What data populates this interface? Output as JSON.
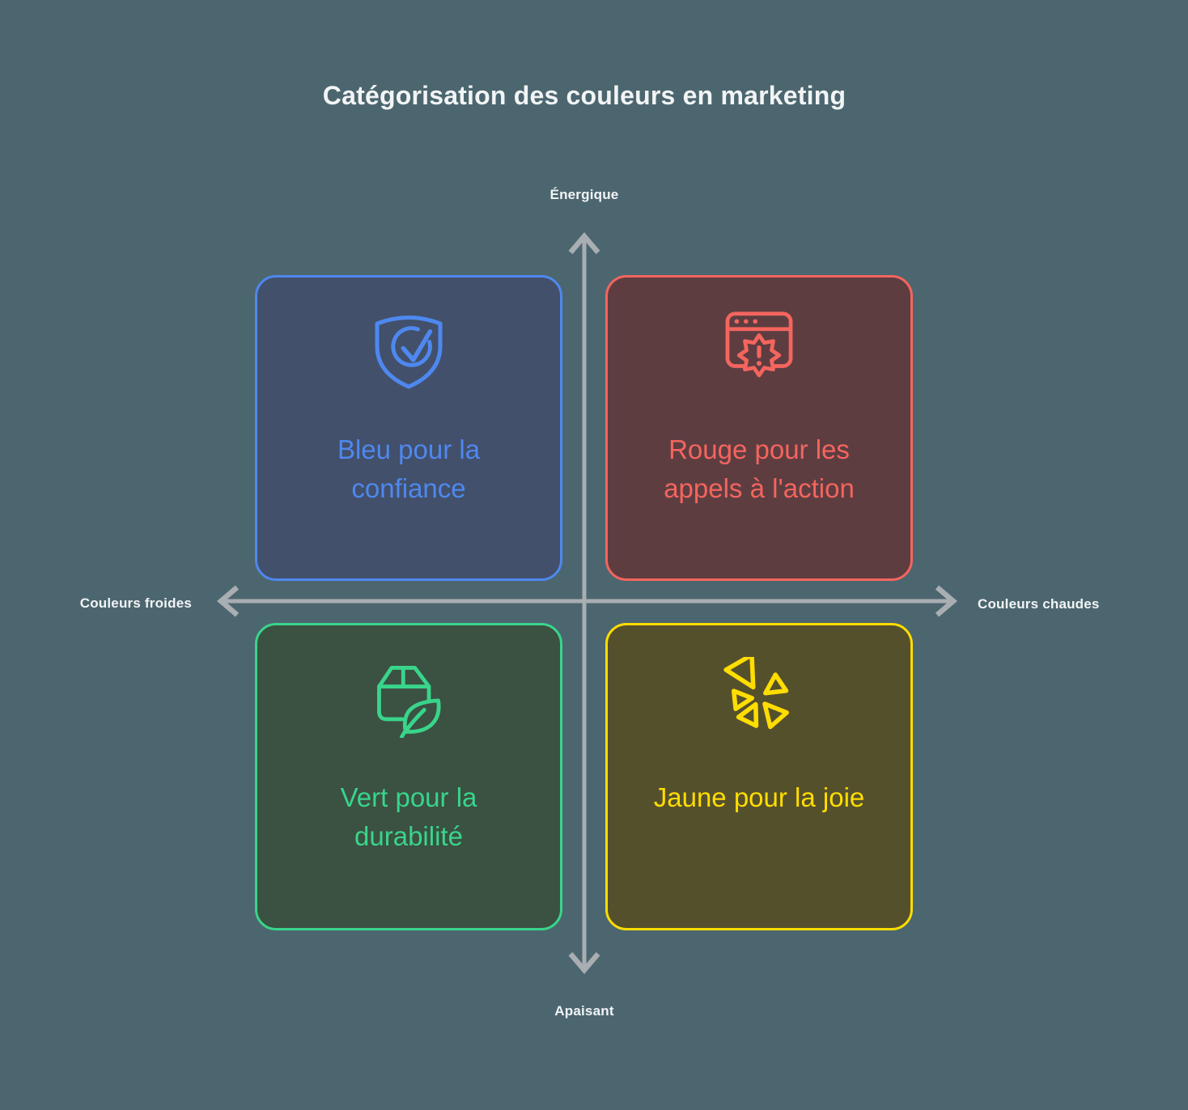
{
  "title": "Catégorisation des couleurs en marketing",
  "colors": {
    "background": "#4c666f",
    "heading_text": "#f2f4f5",
    "axis": "#a9aeb2"
  },
  "axes": {
    "top_label": "Énergique",
    "bottom_label": "Apaisant",
    "left_label": "Couleurs froides",
    "right_label": "Couleurs chaudes"
  },
  "quadrants": [
    {
      "position": "top-left",
      "icon": "shield-check-icon",
      "lines": [
        "Bleu pour la",
        "confiance"
      ],
      "accent": "#4e88ef",
      "fill": "#42506b"
    },
    {
      "position": "top-right",
      "icon": "browser-alert-icon",
      "lines": [
        "Rouge pour les",
        "appels à l'action"
      ],
      "accent": "#f4655e",
      "fill": "#5e3d41"
    },
    {
      "position": "bottom-left",
      "icon": "package-leaf-icon",
      "lines": [
        "Vert pour la",
        "durabilité"
      ],
      "accent": "#38d58b",
      "fill": "#3b5142"
    },
    {
      "position": "bottom-right",
      "icon": "joy-burst-icon",
      "lines": [
        "Jaune pour la joie"
      ],
      "accent": "#ffdd00",
      "fill": "#55502c"
    }
  ]
}
